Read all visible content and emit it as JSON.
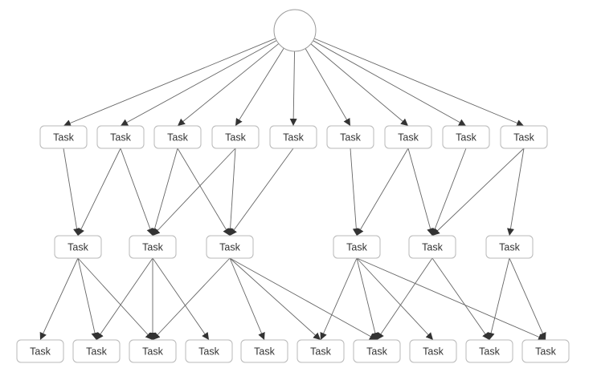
{
  "diagram": {
    "type": "task-dependency-graph",
    "root": {
      "id": "root",
      "label": ""
    },
    "node_style": {
      "fill": "#ffffff",
      "stroke": "#b8b8b8",
      "edge_color": "#666666",
      "arrow_color": "#333333"
    },
    "levels": [
      {
        "id": "L1",
        "nodes": [
          {
            "id": "a1",
            "label": "Task"
          },
          {
            "id": "a2",
            "label": "Task"
          },
          {
            "id": "a3",
            "label": "Task"
          },
          {
            "id": "a4",
            "label": "Task"
          },
          {
            "id": "a5",
            "label": "Task"
          },
          {
            "id": "a6",
            "label": "Task"
          },
          {
            "id": "a7",
            "label": "Task"
          },
          {
            "id": "a8",
            "label": "Task"
          },
          {
            "id": "a9",
            "label": "Task"
          }
        ]
      },
      {
        "id": "L2",
        "nodes": [
          {
            "id": "b1",
            "label": "Task"
          },
          {
            "id": "b2",
            "label": "Task"
          },
          {
            "id": "b3",
            "label": "Task"
          },
          {
            "id": "b4",
            "label": "Task"
          },
          {
            "id": "b5",
            "label": "Task"
          },
          {
            "id": "b6",
            "label": "Task"
          }
        ]
      },
      {
        "id": "L3",
        "nodes": [
          {
            "id": "c1",
            "label": "Task"
          },
          {
            "id": "c2",
            "label": "Task"
          },
          {
            "id": "c3",
            "label": "Task"
          },
          {
            "id": "c4",
            "label": "Task"
          },
          {
            "id": "c5",
            "label": "Task"
          },
          {
            "id": "c6",
            "label": "Task"
          },
          {
            "id": "c7",
            "label": "Task"
          },
          {
            "id": "c8",
            "label": "Task"
          },
          {
            "id": "c9",
            "label": "Task"
          },
          {
            "id": "c10",
            "label": "Task"
          }
        ]
      }
    ],
    "edges": [
      [
        "root",
        "a1"
      ],
      [
        "root",
        "a2"
      ],
      [
        "root",
        "a3"
      ],
      [
        "root",
        "a4"
      ],
      [
        "root",
        "a5"
      ],
      [
        "root",
        "a6"
      ],
      [
        "root",
        "a7"
      ],
      [
        "root",
        "a8"
      ],
      [
        "root",
        "a9"
      ],
      [
        "a1",
        "b1"
      ],
      [
        "a2",
        "b1"
      ],
      [
        "a2",
        "b2"
      ],
      [
        "a3",
        "b2"
      ],
      [
        "a3",
        "b3"
      ],
      [
        "a4",
        "b2"
      ],
      [
        "a4",
        "b3"
      ],
      [
        "a5",
        "b3"
      ],
      [
        "a6",
        "b4"
      ],
      [
        "a7",
        "b4"
      ],
      [
        "a7",
        "b5"
      ],
      [
        "a8",
        "b5"
      ],
      [
        "a9",
        "b5"
      ],
      [
        "a9",
        "b6"
      ],
      [
        "b1",
        "c1"
      ],
      [
        "b1",
        "c2"
      ],
      [
        "b1",
        "c3"
      ],
      [
        "b2",
        "c2"
      ],
      [
        "b2",
        "c3"
      ],
      [
        "b2",
        "c4"
      ],
      [
        "b3",
        "c3"
      ],
      [
        "b3",
        "c5"
      ],
      [
        "b3",
        "c6"
      ],
      [
        "b3",
        "c7"
      ],
      [
        "b4",
        "c6"
      ],
      [
        "b4",
        "c7"
      ],
      [
        "b4",
        "c8"
      ],
      [
        "b4",
        "c10"
      ],
      [
        "b5",
        "c7"
      ],
      [
        "b5",
        "c9"
      ],
      [
        "b6",
        "c9"
      ],
      [
        "b6",
        "c10"
      ]
    ]
  }
}
